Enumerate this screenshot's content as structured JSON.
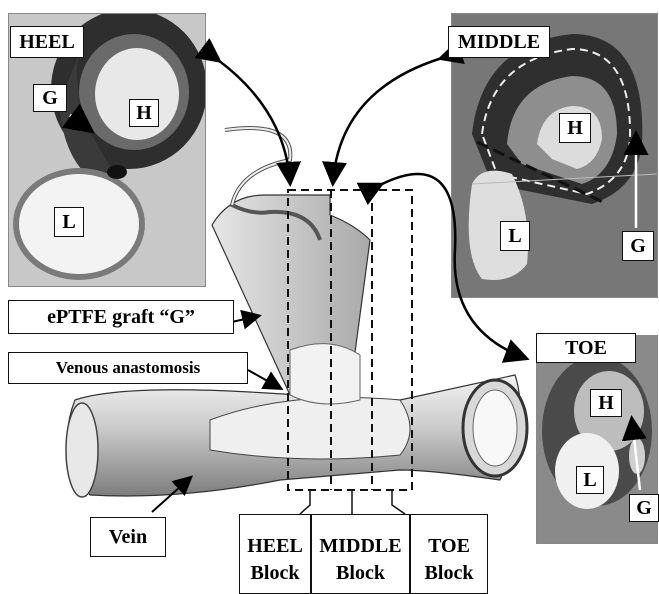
{
  "labels": {
    "heel": "HEEL",
    "middle": "MIDDLE",
    "toe": "TOE",
    "graft_letter": "G",
    "hyperplasia_letter": "H",
    "lumen_letter": "L",
    "eptfe_graft": "ePTFE graft “G”",
    "venous_anastomosis": "Venous anastomosis",
    "vein": "Vein"
  },
  "blocks": [
    {
      "line1": "HEEL",
      "line2": "Block"
    },
    {
      "line1": "MIDDLE",
      "line2": "Block"
    },
    {
      "line1": "TOE",
      "line2": "Block"
    }
  ],
  "colors": {
    "tissue_dark": "#2b2b2b",
    "tissue_mid": "#6e6e6e",
    "tissue_light": "#b9b9b9",
    "background": "#ffffff"
  }
}
